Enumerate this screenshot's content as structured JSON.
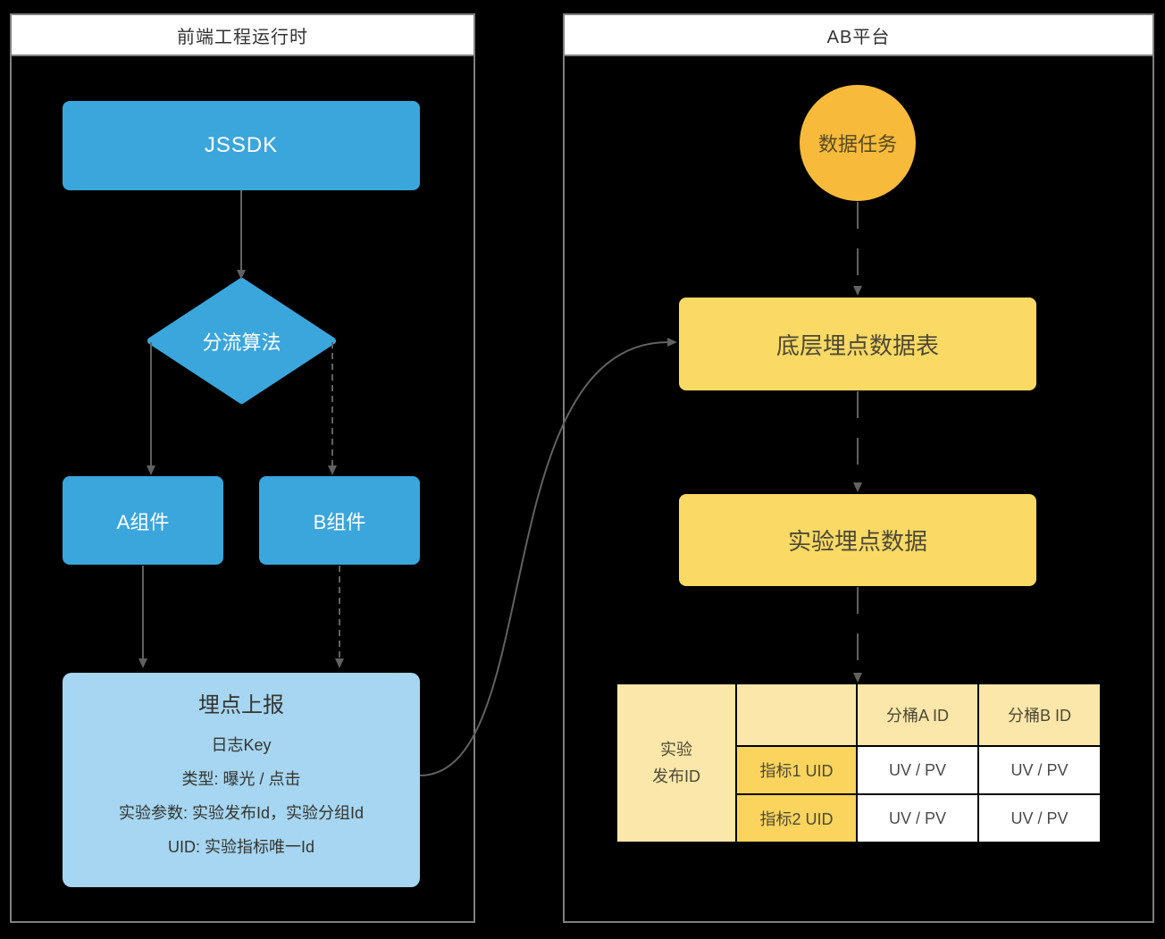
{
  "panels": {
    "left": {
      "title": "前端工程运行时"
    },
    "right": {
      "title": "AB平台"
    }
  },
  "frontend": {
    "jssdk_label": "JSSDK",
    "split_label": "分流算法",
    "component_a_label": "A组件",
    "component_b_label": "B组件",
    "report": {
      "title": "埋点上报",
      "lines": [
        "日志Key",
        "类型: 曝光 / 点击",
        "实验参数: 实验发布Id，实验分组Id",
        "UID: 实验指标唯一Id"
      ]
    }
  },
  "ab_platform": {
    "data_task_label": "数据任务",
    "base_table_label": "底层埋点数据表",
    "experiment_data_label": "实验埋点数据",
    "result_table": {
      "merged_row_header": "实验\n发布ID",
      "corner_cell": "",
      "column_headers": [
        "分桶A ID",
        "分桶B ID"
      ],
      "rows": [
        {
          "metric": "指标1 UID",
          "values": [
            "UV / PV",
            "UV / PV"
          ]
        },
        {
          "metric": "指标2 UID",
          "values": [
            "UV / PV",
            "UV / PV"
          ]
        }
      ]
    }
  },
  "colors": {
    "node_blue": "#3ba6dc",
    "node_light_blue": "#a6d6f2",
    "node_yellow": "#fad964",
    "node_amber": "#f7ba3b",
    "table_light_yellow": "#fbe7a9",
    "table_dark_yellow": "#fad45c",
    "table_white": "#ffffff",
    "connector_gray": "#616161",
    "panel_border_gray": "#7f7f7f",
    "background": "#000000"
  }
}
